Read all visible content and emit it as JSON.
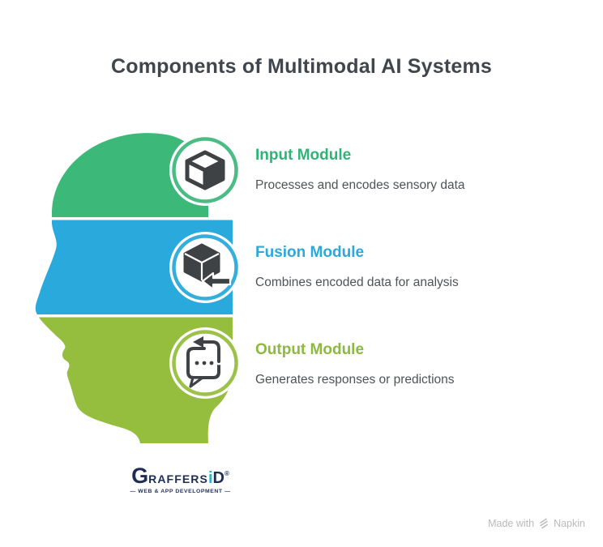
{
  "title": "Components of Multimodal AI Systems",
  "modules": [
    {
      "title": "Input Module",
      "description": "Processes and encodes sensory data",
      "accent": "#2eb477",
      "band_color": "#3cb878",
      "ring_color": "#4abd85",
      "icon": "cube-icon"
    },
    {
      "title": "Fusion Module",
      "description": "Combines encoded data for analysis",
      "accent": "#29a9dc",
      "band_color": "#29a9dc",
      "ring_color": "#35aede",
      "icon": "cube-merge-arrow-icon"
    },
    {
      "title": "Output Module",
      "description": "Generates responses or predictions",
      "accent": "#8cba3e",
      "band_color": "#96be3e",
      "ring_color": "#9cc24a",
      "icon": "chat-reply-icon"
    }
  ],
  "logo": {
    "g": "G",
    "rest": "RAFFERS",
    "i": "i",
    "d": "D",
    "reg": "®",
    "tagline": "— WEB & APP DEVELOPMENT —"
  },
  "watermark": {
    "prefix": "Made with",
    "brand": "Napkin"
  },
  "colors": {
    "background": "#ffffff",
    "title_text": "#40464b",
    "body_text": "#4f5357",
    "icon_dark": "#3f4245",
    "logo_navy": "#1e2d52",
    "logo_teal": "#27b6c9",
    "watermark_gray": "#b9babc"
  }
}
